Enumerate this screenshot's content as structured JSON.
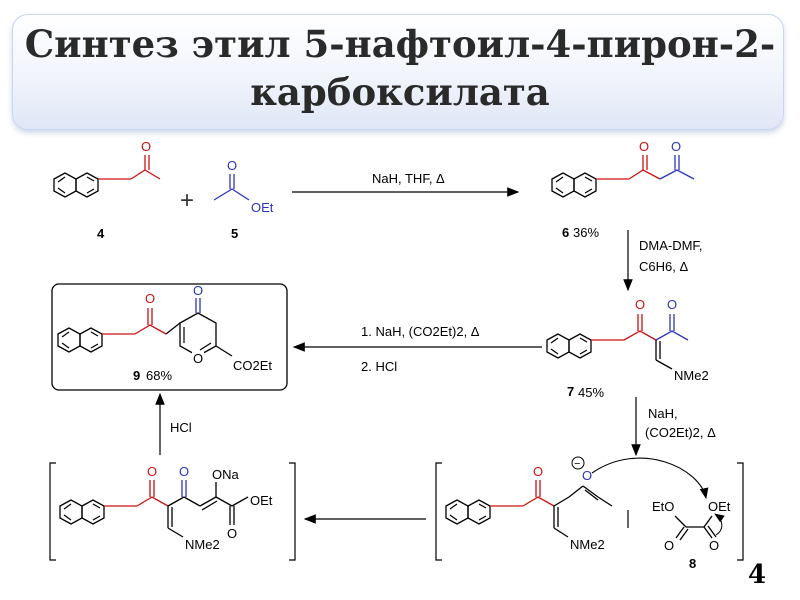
{
  "slide": {
    "title": "Синтез этил 5-нафтоил-4-пирон-2-карбоксилата",
    "page_number": "4"
  },
  "compounds": {
    "c4": {
      "label": "4"
    },
    "c5": {
      "label": "5",
      "group": "OEt",
      "oxygen": "O"
    },
    "c6": {
      "label": "6",
      "yield": "36%"
    },
    "c7": {
      "label": "7",
      "yield": "45%",
      "amine": "NMe2"
    },
    "c8": {
      "label": "8",
      "left_group": "EtO",
      "right_group": "OEt"
    },
    "c9": {
      "label": "9",
      "yield": "68%",
      "ester": "CO2Et",
      "ring_oxygen": "O"
    },
    "intermediate1": {
      "amine": "NMe2",
      "charge": "−"
    },
    "intermediate2": {
      "salt": "ONa",
      "ester": "OEt",
      "amine": "NMe2"
    }
  },
  "reactions": {
    "r1": {
      "conditions": "NaH, THF, Δ"
    },
    "r2": {
      "line1": "DMA-DMF,",
      "line2": "C6H6, Δ"
    },
    "r3": {
      "line1": "1. NaH, (CO2Et)2, Δ",
      "line2": "2. HCl"
    },
    "r4": {
      "line1": "NaH,",
      "line2": "(CO2Et)2, Δ"
    },
    "r5": {
      "conditions": "HCl"
    }
  },
  "symbols": {
    "plus": "+"
  }
}
